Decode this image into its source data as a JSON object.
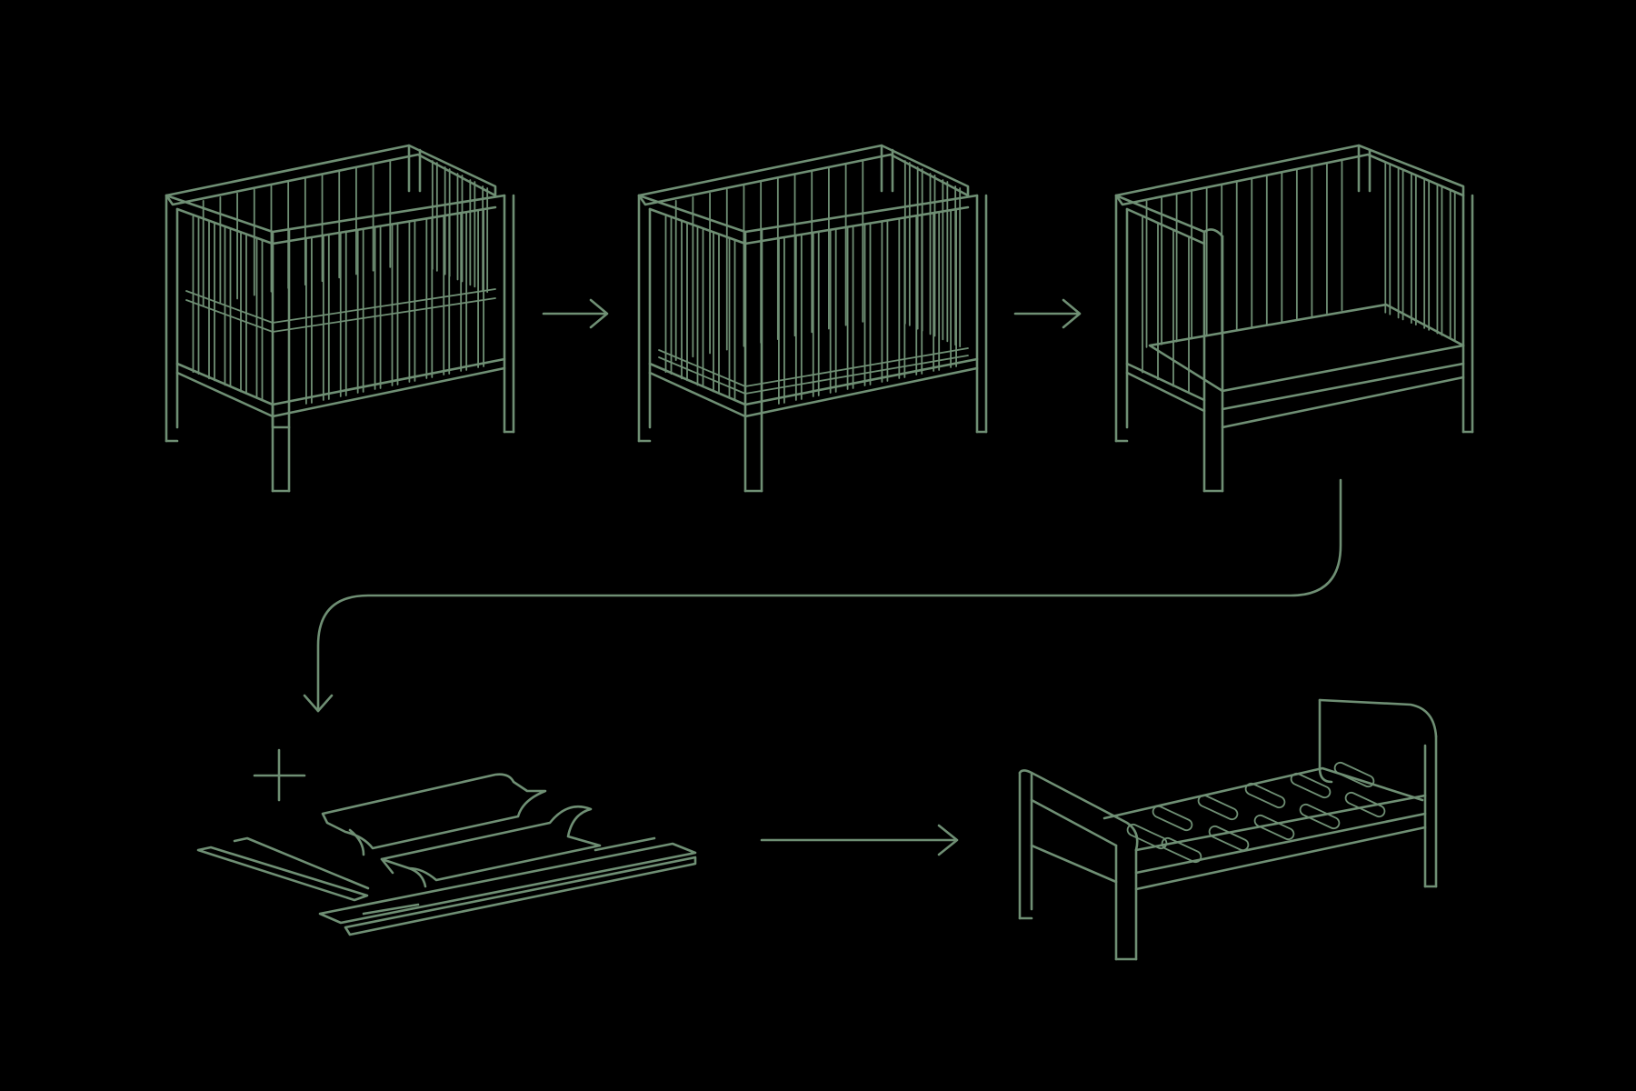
{
  "colors": {
    "background": "#000000",
    "line": "#6f8f74"
  },
  "stages": [
    {
      "name": "crib-high-mattress",
      "icon": "crib-icon"
    },
    {
      "name": "crib-low-mattress",
      "icon": "crib-icon"
    },
    {
      "name": "toddler-bed-open-side",
      "icon": "toddler-bed-icon"
    },
    {
      "name": "conversion-kit-parts",
      "icon": "parts-kit-icon"
    },
    {
      "name": "junior-bed",
      "icon": "junior-bed-icon"
    }
  ],
  "connectors": [
    {
      "from": "crib-high-mattress",
      "to": "crib-low-mattress",
      "icon": "arrow-right-icon"
    },
    {
      "from": "crib-low-mattress",
      "to": "toddler-bed-open-side",
      "icon": "arrow-right-icon"
    },
    {
      "from": "toddler-bed-open-side",
      "to": "conversion-kit-parts",
      "icon": "curved-arrow-down-icon"
    },
    {
      "from": "conversion-kit-parts",
      "to": "junior-bed",
      "icon": "arrow-right-icon"
    }
  ],
  "plus_icon": "plus-icon"
}
